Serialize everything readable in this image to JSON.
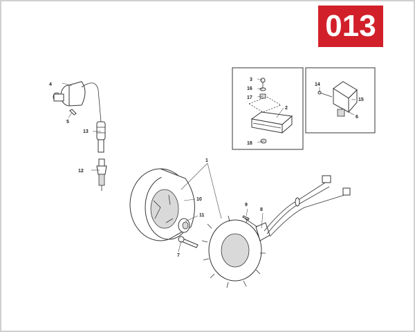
{
  "badge": {
    "text": "013",
    "color": "#d2202a"
  },
  "callouts": {
    "c1": "1",
    "c2": "2",
    "c3": "3",
    "c4": "4",
    "c5": "5",
    "c6": "6",
    "c7": "7",
    "c8": "8",
    "c9": "9",
    "c10": "10",
    "c11": "11",
    "c12": "12",
    "c13": "13",
    "c14": "14",
    "c15": "15",
    "c16": "16",
    "c17": "17",
    "c18": "18"
  }
}
